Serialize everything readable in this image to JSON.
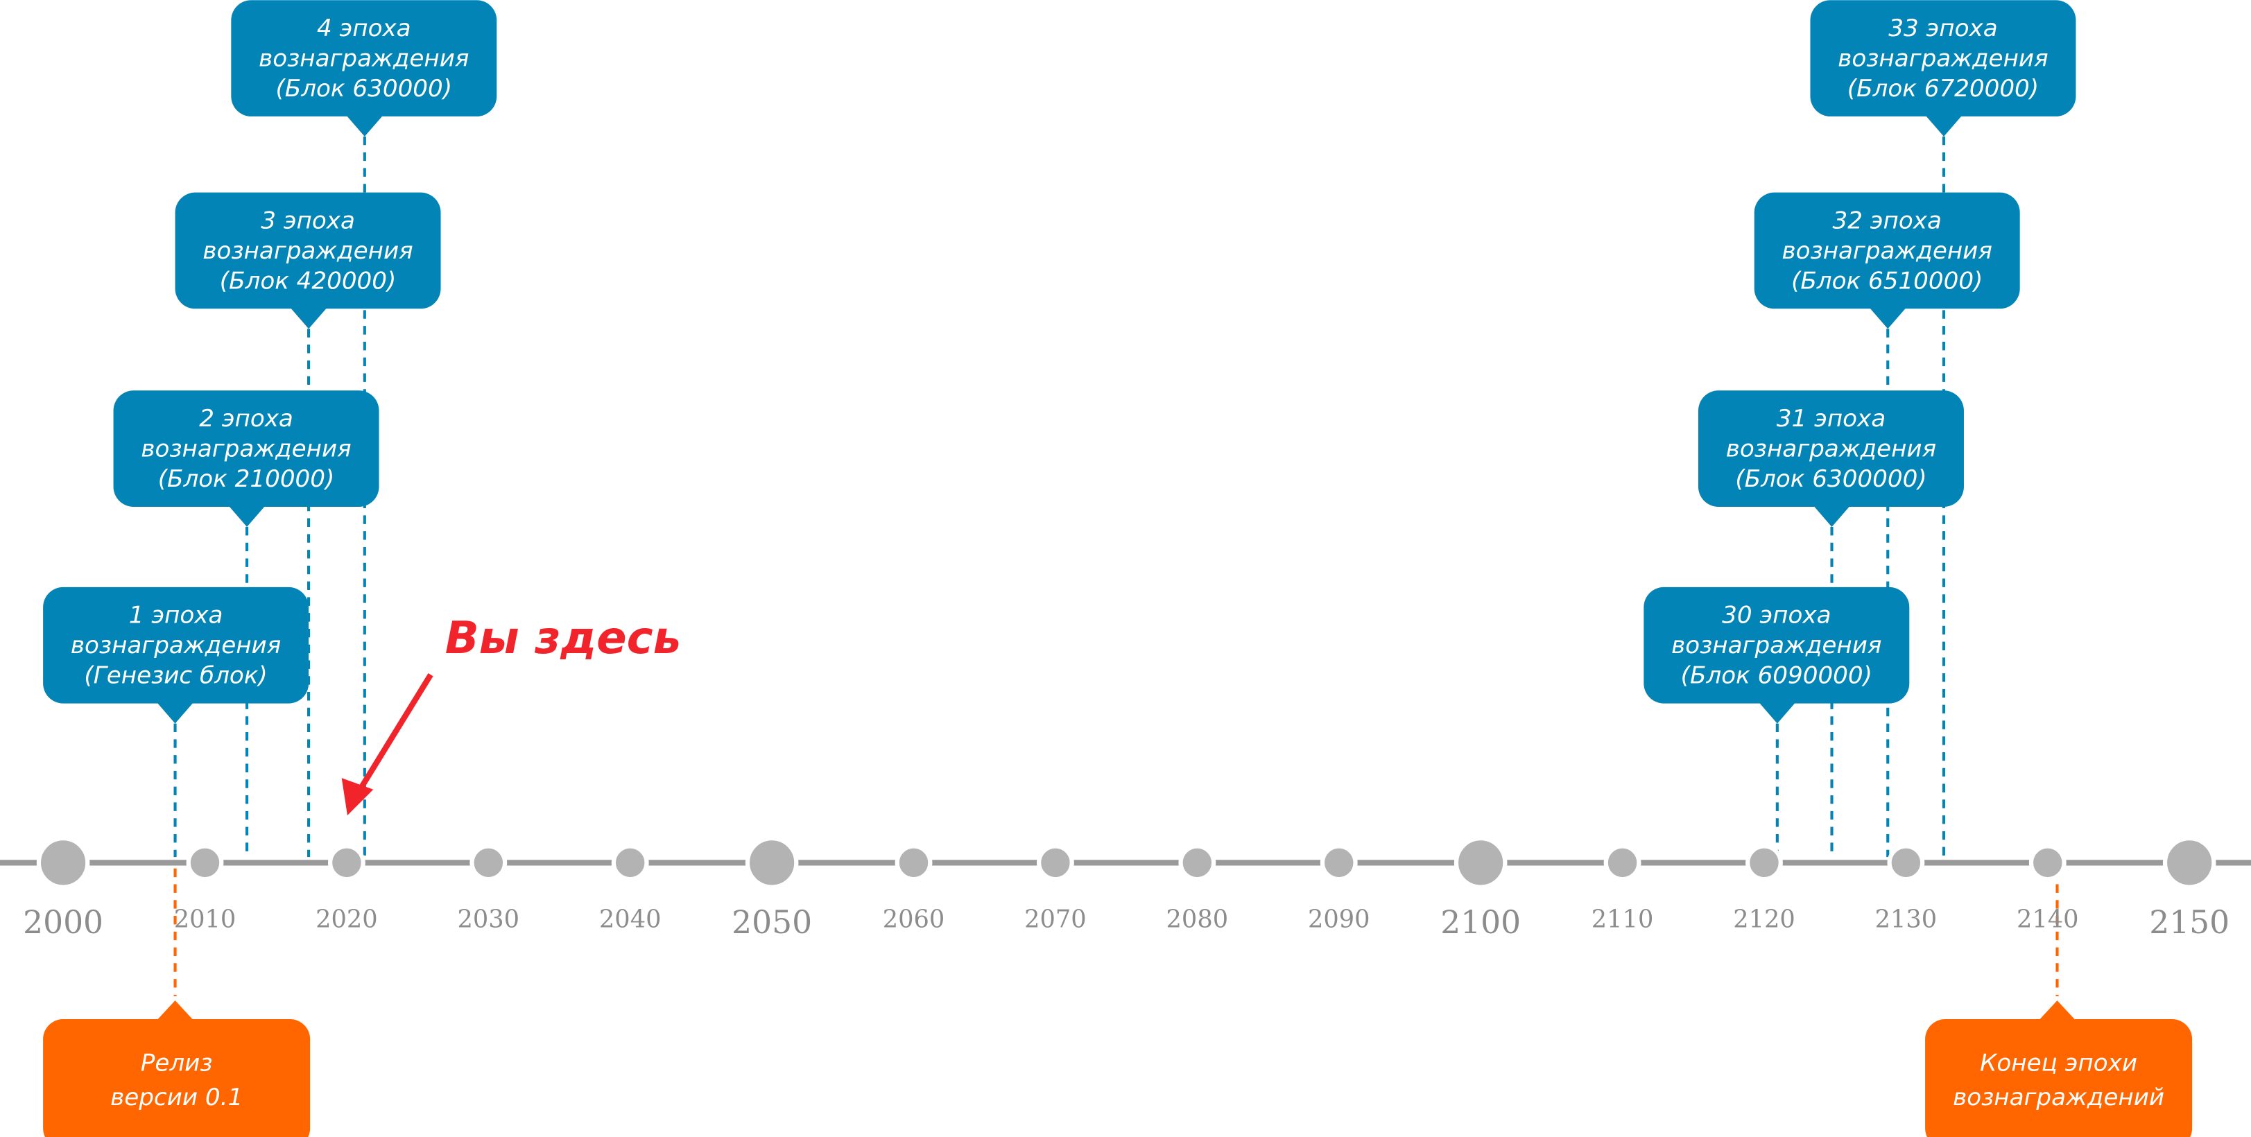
{
  "colors": {
    "blue": "#0384b6",
    "orange": "#ff6600",
    "axis": "#999999",
    "node": "#b3b3b3",
    "here": "#f0242a"
  },
  "timeline": {
    "years": [
      "2000",
      "2010",
      "2020",
      "2030",
      "2040",
      "2050",
      "2060",
      "2070",
      "2080",
      "2090",
      "2100",
      "2110",
      "2120",
      "2130",
      "2140",
      "2150"
    ]
  },
  "epochs": [
    {
      "lines": [
        "1 эпоха",
        "вознаграждения",
        "(Генезис блок)"
      ]
    },
    {
      "lines": [
        "2 эпоха",
        "вознаграждения",
        "(Блок 210000)"
      ]
    },
    {
      "lines": [
        "3 эпоха",
        "вознаграждения",
        "(Блок 420000)"
      ]
    },
    {
      "lines": [
        "4 эпоха",
        "вознаграждения",
        "(Блок 630000)"
      ]
    },
    {
      "lines": [
        "30 эпоха",
        "вознаграждения",
        "(Блок 6090000)"
      ]
    },
    {
      "lines": [
        "31 эпоха",
        "вознаграждения",
        "(Блок 6300000)"
      ]
    },
    {
      "lines": [
        "32 эпоха",
        "вознаграждения",
        "(Блок 6510000)"
      ]
    },
    {
      "lines": [
        "33 эпоха",
        "вознаграждения",
        "(Блок 6720000)"
      ]
    }
  ],
  "milestones": [
    {
      "lines": [
        "Релиз",
        "версии 0.1"
      ]
    },
    {
      "lines": [
        "Конец эпохи",
        "вознаграждений"
      ]
    }
  ],
  "marker": {
    "label": "Вы здесь"
  }
}
